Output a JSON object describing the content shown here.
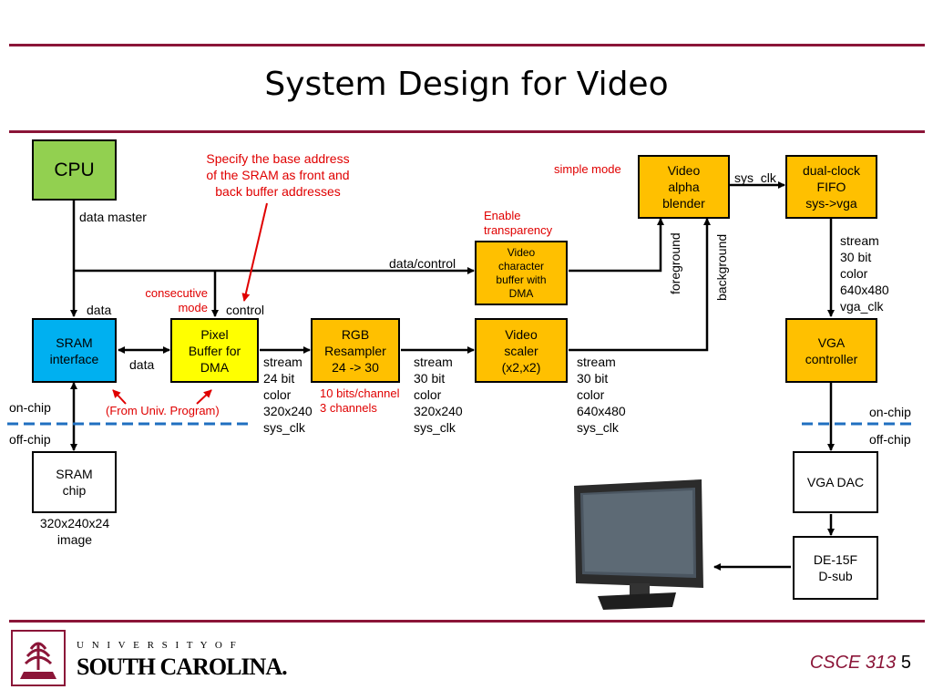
{
  "slide": {
    "title": "System Design for Video",
    "course": "CSCE 313",
    "page": "5"
  },
  "logo": {
    "line1": "U N I V E R S I T Y   O F",
    "line2": "SOUTH CAROLINA."
  },
  "boxes": {
    "cpu": "CPU",
    "sram_interface": "SRAM\ninterface",
    "pixel_buffer": "Pixel\nBuffer for\nDMA",
    "rgb_resampler": "RGB\nResampler\n24 -> 30",
    "video_scaler": "Video\nscaler\n(x2,x2)",
    "char_buffer": "Video\ncharacter\nbuffer with\nDMA",
    "alpha_blender": "Video\nalpha\nblender",
    "dual_fifo": "dual-clock\nFIFO\nsys->vga",
    "vga_controller": "VGA\ncontroller",
    "sram_chip": "SRAM\nchip",
    "vga_dac": "VGA DAC",
    "dsub": "DE-15F\nD-sub"
  },
  "labels": {
    "data_master": "data master",
    "data_left": "data",
    "data_mid": "data",
    "control": "control",
    "data_control": "data/control",
    "sys_clk": "sys_clk",
    "foreground": "foreground",
    "background": "background",
    "on_chip_left": "on-chip",
    "off_chip_left": "off-chip",
    "on_chip_right": "on-chip",
    "off_chip_right": "off-chip",
    "sram_image": "320x240x24\nimage",
    "stream1": "stream\n24 bit\ncolor\n320x240\nsys_clk",
    "stream2": "stream\n30 bit\ncolor\n320x240\nsys_clk",
    "stream3": "stream\n30 bit\ncolor\n640x480\nsys_clk",
    "stream4": "stream\n30 bit\ncolor\n640x480\nvga_clk"
  },
  "annotations": {
    "sram_address": "Specify the base address\nof the SRAM as front and\nback buffer addresses",
    "simple_mode": "simple mode",
    "enable_transparency": "Enable\ntransparency",
    "consecutive_mode": "consecutive\nmode",
    "univ_program": "(From Univ. Program)",
    "bits_channel": "10 bits/channel\n3 channels"
  },
  "colors": {
    "accent": "#8b1538",
    "annotation_red": "#e00000",
    "cpu_green": "#92d050",
    "sram_blue": "#00b0f0",
    "pixel_yellow": "#ffff00",
    "core_orange": "#ffc000",
    "chip_divider_blue": "#1f6fc0"
  }
}
